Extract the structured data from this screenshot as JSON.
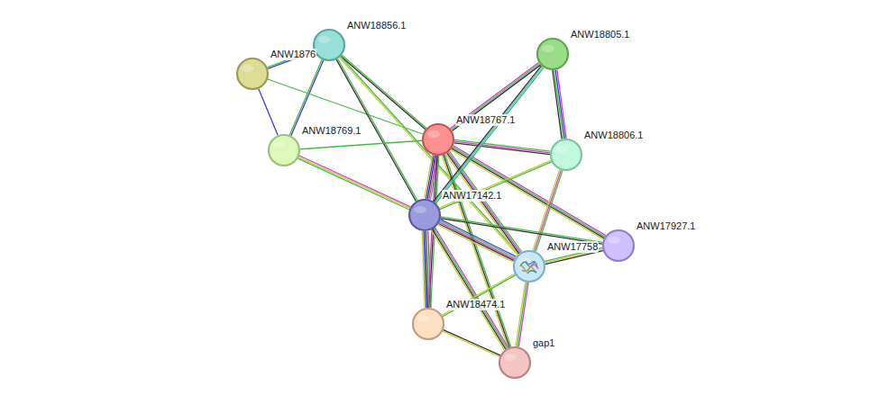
{
  "diagram": {
    "nodes": [
      {
        "text": [
          "ANW18856.1"
        ]
      },
      {
        "text": [
          "ANW1876"
        ]
      },
      {
        "text": [
          "ANW18805.1"
        ]
      },
      {
        "text": [
          "ANW18767.1"
        ]
      },
      {
        "text": [
          "ANW18769.1"
        ]
      },
      {
        "text": [
          "ANW18806.1"
        ]
      },
      {
        "text": [
          "ANW17142.1"
        ]
      },
      {
        "text": [
          "ANW17927.1"
        ]
      },
      {
        "text": [
          "ANW17758"
        ]
      },
      {
        "text": [
          "ANW18474.1"
        ]
      },
      {
        "text": [
          "gap1"
        ]
      }
    ],
    "edges": [
      {
        "from": 0,
        "to": 1,
        "arrow": "none"
      },
      {
        "from": 0,
        "to": 4,
        "arrow": "none"
      },
      {
        "from": 1,
        "to": 4,
        "arrow": "none"
      },
      {
        "from": 1,
        "to": 3,
        "arrow": "none"
      },
      {
        "from": 0,
        "to": 3,
        "arrow": "none"
      },
      {
        "from": 0,
        "to": 6,
        "arrow": "none"
      },
      {
        "from": 0,
        "to": 8,
        "arrow": "none"
      },
      {
        "from": 4,
        "to": 3,
        "arrow": "none"
      },
      {
        "from": 4,
        "to": 6,
        "arrow": "none"
      },
      {
        "from": 3,
        "to": 2,
        "arrow": "none"
      },
      {
        "from": 3,
        "to": 5,
        "arrow": "none"
      },
      {
        "from": 3,
        "to": 6,
        "arrow": "none"
      },
      {
        "from": 3,
        "to": 7,
        "arrow": "none"
      },
      {
        "from": 3,
        "to": 8,
        "arrow": "none"
      },
      {
        "from": 3,
        "to": 9,
        "arrow": "none"
      },
      {
        "from": 3,
        "to": 10,
        "arrow": "none"
      },
      {
        "from": 2,
        "to": 5,
        "arrow": "none"
      },
      {
        "from": 2,
        "to": 6,
        "arrow": "none"
      },
      {
        "from": 5,
        "to": 6,
        "arrow": "none"
      },
      {
        "from": 5,
        "to": 8,
        "arrow": "none"
      },
      {
        "from": 6,
        "to": 7,
        "arrow": "none"
      },
      {
        "from": 6,
        "to": 8,
        "arrow": "none"
      },
      {
        "from": 6,
        "to": 9,
        "arrow": "none"
      },
      {
        "from": 6,
        "to": 10,
        "arrow": "none"
      },
      {
        "from": 8,
        "to": 7,
        "arrow": "none"
      },
      {
        "from": 8,
        "to": 9,
        "arrow": "none"
      },
      {
        "from": 8,
        "to": 10,
        "arrow": "none"
      },
      {
        "from": 9,
        "to": 10,
        "arrow": "none"
      }
    ]
  }
}
